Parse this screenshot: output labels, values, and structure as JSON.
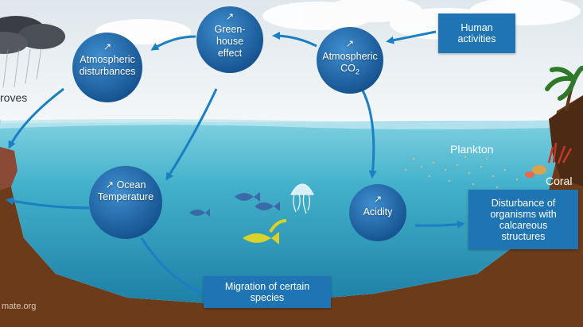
{
  "nodes": {
    "greenhouse": "Green-\nhouse\neffect",
    "atmospheric_disturbances": "Atmospheric\ndisturbances",
    "atmospheric_co2_prefix": "Atmospheric",
    "atmospheric_co2_main": "CO",
    "atmospheric_co2_sub": "2",
    "ocean_temperature": "Ocean\nTemperature",
    "acidity": "Acidity"
  },
  "boxes": {
    "human_activities": "Human\nactivities",
    "disturbance": "Disturbance of\norganisms with\ncalcareous\nstructures",
    "migration": "Migration of certain\nspecies"
  },
  "labels": {
    "mangroves": "roves",
    "plankton": "Plankton",
    "coral": "Coral",
    "source": "mate.org"
  },
  "colors": {
    "node_fill": "#1f66a8",
    "box_fill": "#1f74b4",
    "arrow": "#1a7fc3",
    "water": "#3fb0cc",
    "seabed": "#6b3b1a"
  },
  "icons": {
    "increase": "up-arrow-icon"
  }
}
